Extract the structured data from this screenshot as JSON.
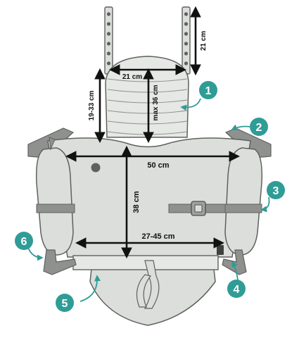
{
  "colors": {
    "body": "#dcdedb",
    "outline": "#5f615e",
    "strap": "#8f918e",
    "hood": "#e6e8e5",
    "badge": "#2f9c96",
    "dimension": "#111111"
  },
  "dimensions": {
    "top_strap": "21 cm",
    "hood_width": "21 cm",
    "hood_height": "max 36 cm",
    "side_height": "19-33 cm",
    "panel_width": "50 cm",
    "panel_height": "38 cm",
    "base_width": "27-45 cm"
  },
  "callouts": {
    "one": "1",
    "two": "2",
    "three": "3",
    "four": "4",
    "five": "5",
    "six": "6"
  }
}
